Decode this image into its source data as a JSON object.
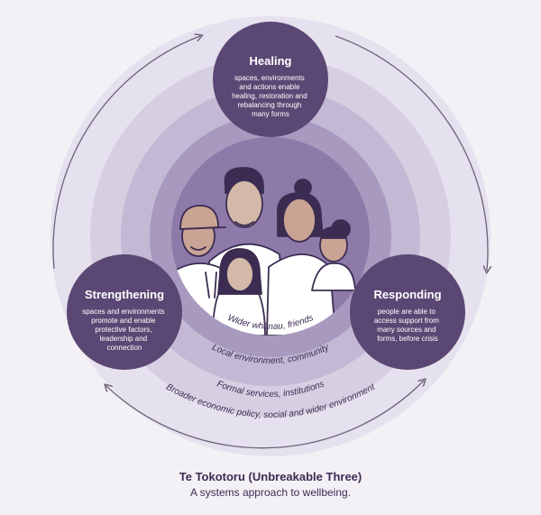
{
  "nodes": {
    "healing": {
      "title": "Healing",
      "desc": [
        "spaces, environments",
        "and actions enable",
        "healing, restoration and",
        "rebalancing through",
        "many forms"
      ]
    },
    "strengthening": {
      "title": "Strengthening",
      "desc": [
        "spaces and environments",
        "promote and enable",
        "protective factors,",
        "leadership and",
        "connection"
      ]
    },
    "responding": {
      "title": "Responding",
      "desc": [
        "people are able to",
        "access support from",
        "many sources and",
        "forms, before crisis"
      ]
    }
  },
  "rings": {
    "r1": "Wider whānau, friends",
    "r2": "Local environment, community",
    "r3": "Formal services, institutions",
    "r4": "Broader economic policy, social and wider environment"
  },
  "caption": {
    "title": "Te Tokotoru (Unbreakable Three)",
    "subtitle": "A systems approach to wellbeing."
  },
  "colors": {
    "background": "#f3f1f6",
    "node_fill": "#5b4774",
    "ring_outer": "#e6e1ee",
    "ring_2": "#d6cfe1",
    "ring_3": "#c3b9d4",
    "ring_inner": "#a899bf",
    "center_fill": "#8d7aa9",
    "line": "#3c2c52"
  },
  "icons": {
    "center_illustration": "family-illustration-icon",
    "cycle_arrows": "cycle-arrow-icon"
  }
}
